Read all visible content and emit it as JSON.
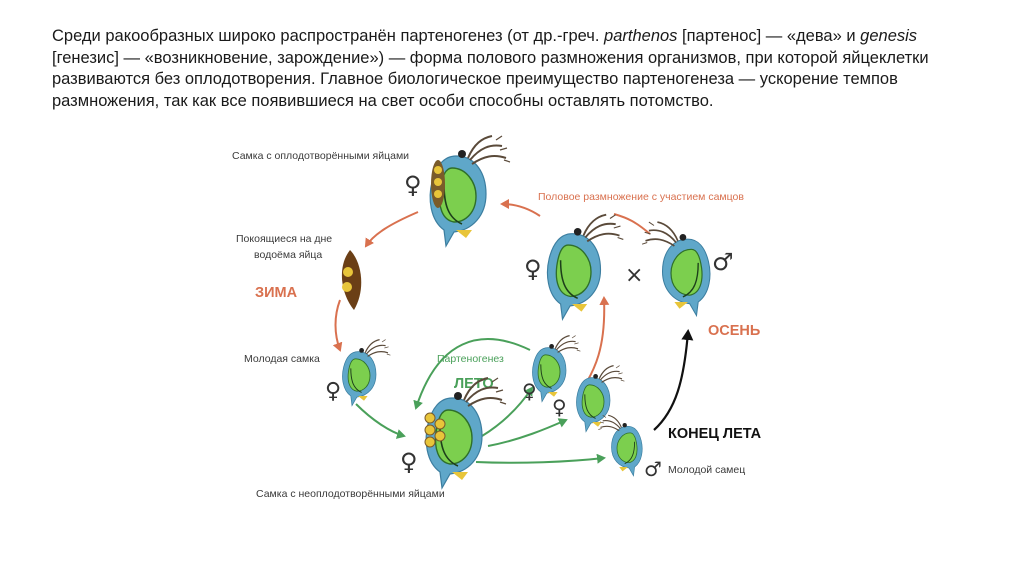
{
  "paragraph": {
    "p1": "Среди ракообразных широко распространён партеногенез (от др.-греч. ",
    "p2": "parthenos",
    "p3": " [партенос] — «дева» и ",
    "p4": "genesis",
    "p5": " [генезис] — «возникновение, зарождение») — форма полового размножения организмов, при которой яйцеклетки развиваются без оплодотворения. Главное биологическое преимущество партеногенеза — ускорение темпов размножения, так как все появившиеся на свет особи способны оставлять потомство."
  },
  "diagram": {
    "labels": {
      "fertilized_female": "Самка с оплодотворёнными яйцами",
      "resting_eggs_1": "Покоящиеся на дне",
      "resting_eggs_2": "водоёма яйца",
      "sexual_reproduction": "Половое размножение с участием самцов",
      "young_female": "Молодая самка",
      "parthenogenesis": "Партеногенез",
      "unfertilized_female": "Самка с неоплодотворёнными яйцами",
      "young_male": "Молодой самец"
    },
    "seasons": {
      "winter": "ЗИМА",
      "summer": "ЛЕТО",
      "autumn": "ОСЕНЬ",
      "end_of_summer": "КОНЕЦ ЛЕТА"
    },
    "symbols": {
      "female": "♀",
      "male": "♂",
      "cross": "×"
    },
    "colors": {
      "arrow_orange": "#d9714f",
      "arrow_green": "#4aa05a",
      "arrow_black": "#111111",
      "winter": "#d9714f",
      "summer": "#4aa05a",
      "autumn": "#d9714f",
      "body_blue": "#5fa7c9",
      "body_green": "#7ccf4e",
      "egg_yellow": "#e8c53a"
    }
  }
}
